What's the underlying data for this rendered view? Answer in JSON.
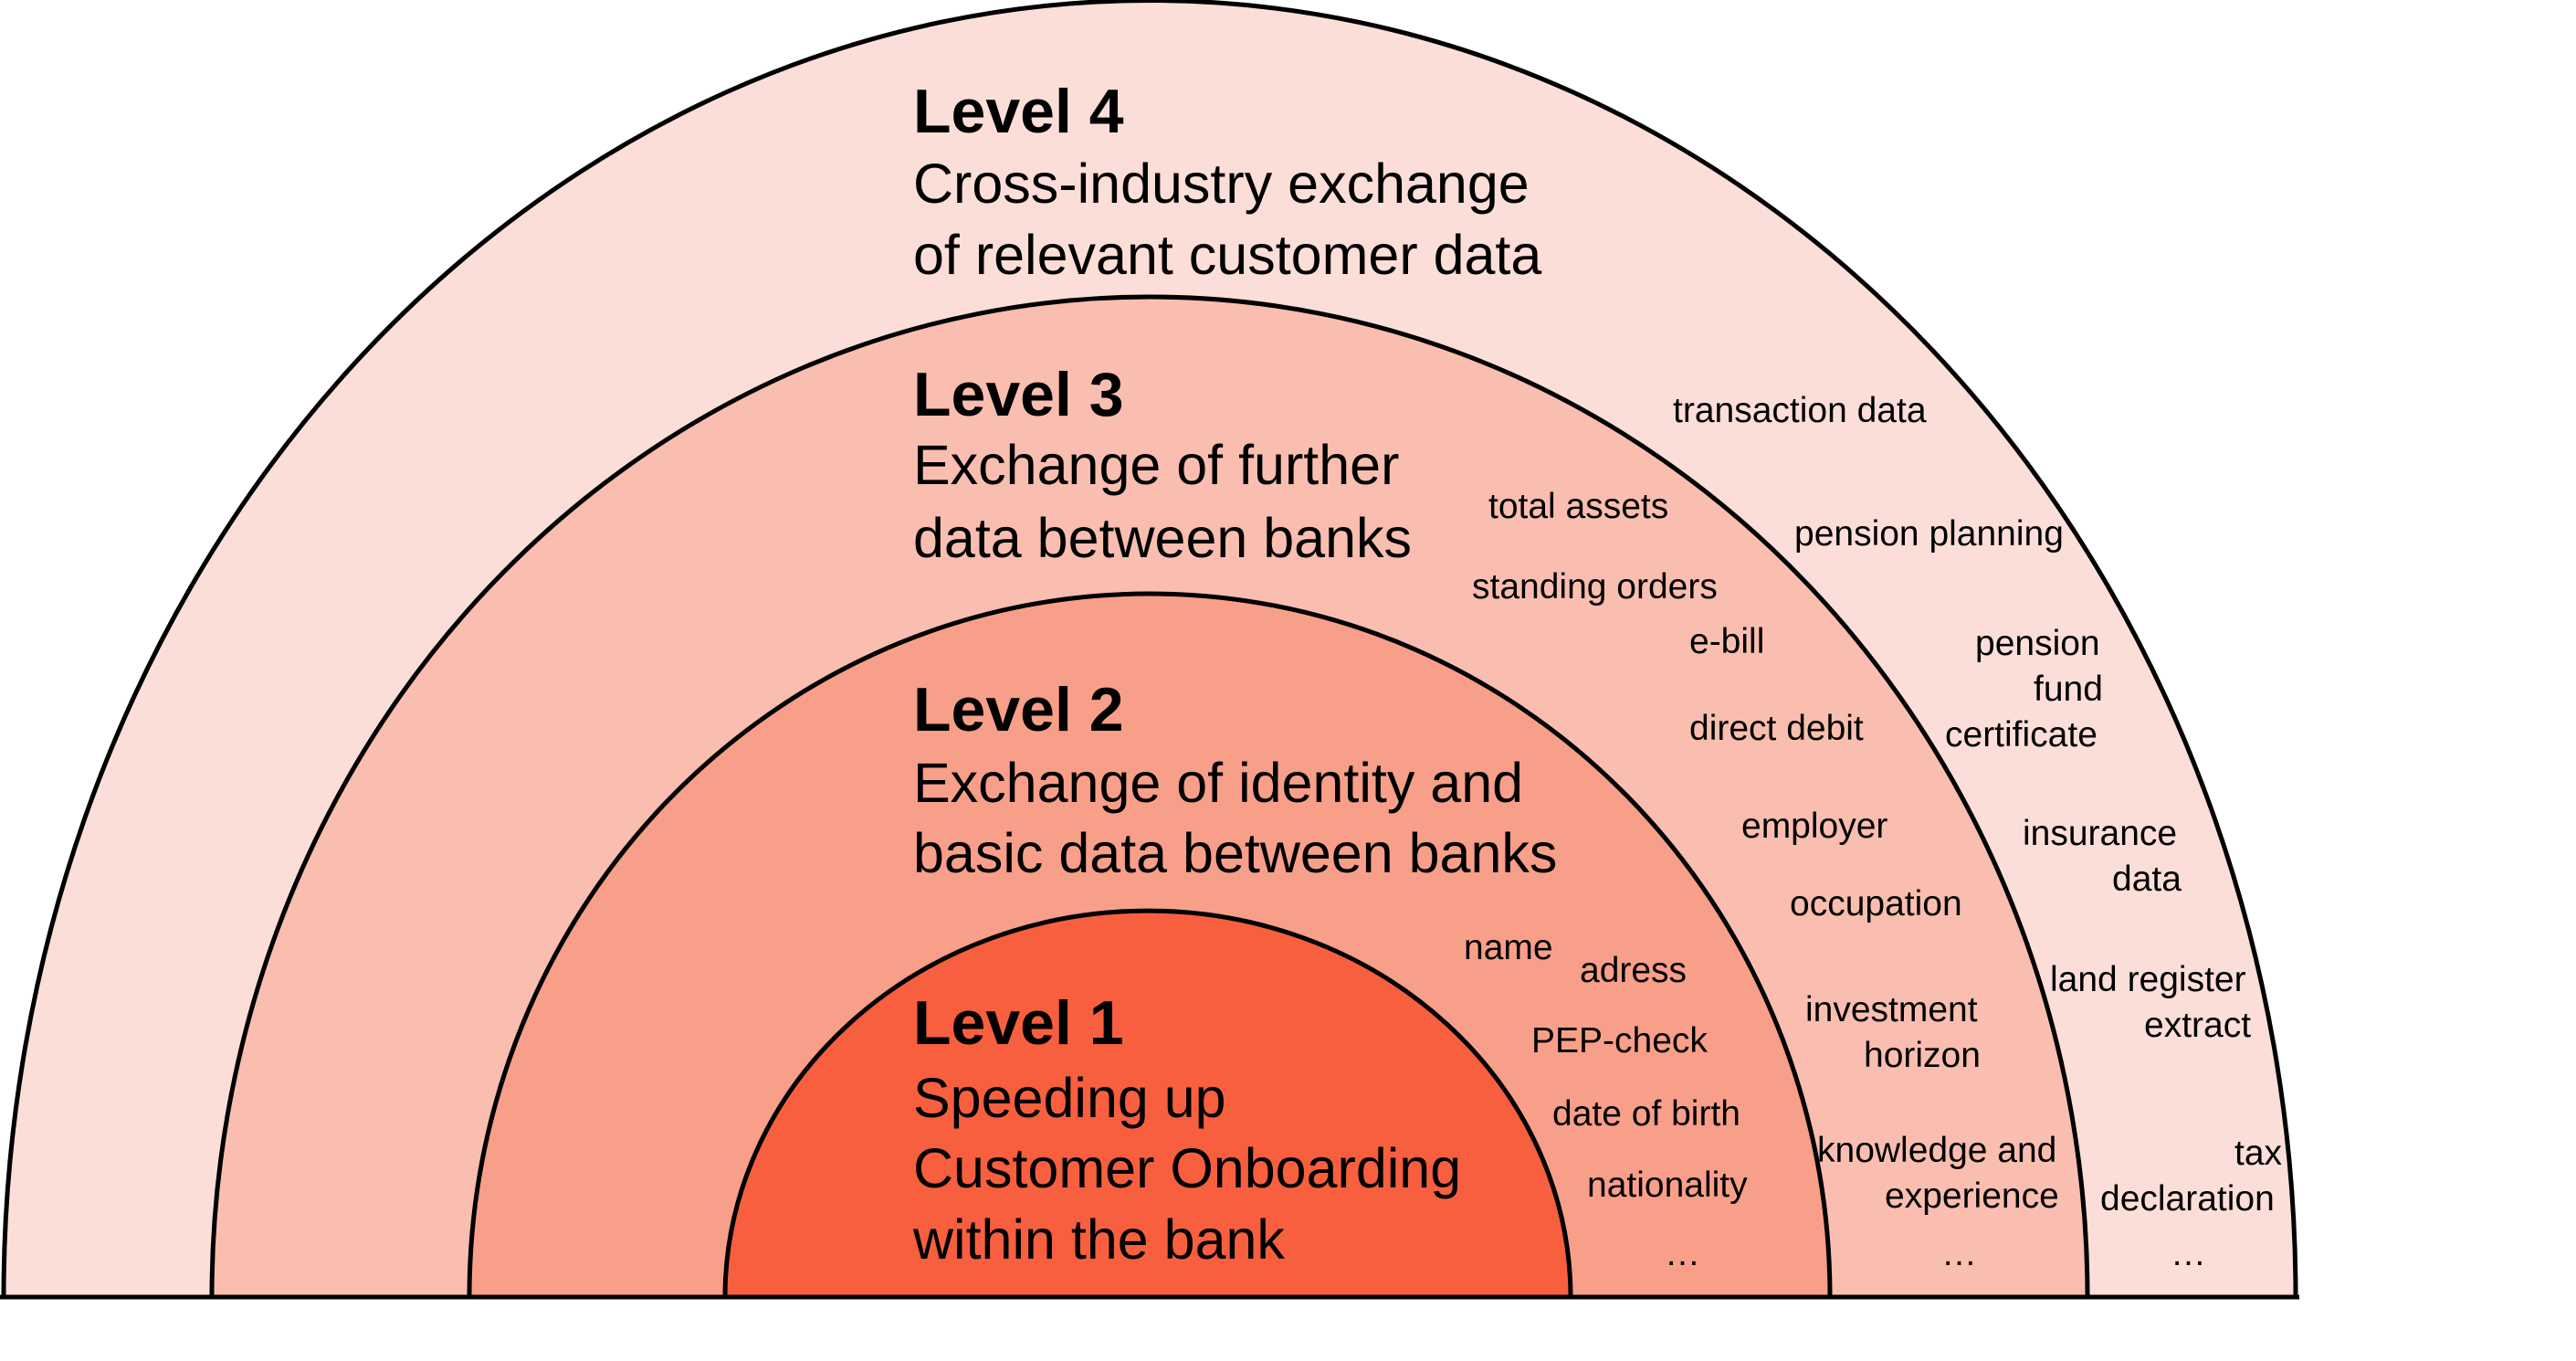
{
  "colors": {
    "level4_fill": "#FCDED8",
    "level3_fill": "#F9BEB0",
    "level2_fill": "#F89F89",
    "level1_fill": "#F75F3F",
    "outline": "#000000",
    "background": "#FFFFFF"
  },
  "levels": [
    {
      "heading": "Level 4",
      "desc_line1": "Cross-industry exchange",
      "desc_line2": "of relevant customer data",
      "items": [
        "transaction data",
        "pension planning",
        "pension",
        "fund",
        "certificate",
        "insurance",
        "data",
        "land register",
        "extract",
        "tax",
        "declaration",
        "…"
      ]
    },
    {
      "heading": "Level 3",
      "desc_line1": "Exchange of further",
      "desc_line2": "data between banks",
      "items": [
        "total assets",
        "standing orders",
        "e-bill",
        "direct debit",
        "employer",
        "occupation",
        "investment",
        "horizon",
        "knowledge and",
        "experience",
        "…"
      ]
    },
    {
      "heading": "Level 2",
      "desc_line1": "Exchange of identity and",
      "desc_line2": "basic data between banks",
      "items": [
        "name",
        "adress",
        "PEP-check",
        "date of birth",
        "nationality",
        "…"
      ]
    },
    {
      "heading": "Level 1",
      "desc_line1": "Speeding up",
      "desc_line2": "Customer Onboarding",
      "desc_line3": "within the bank"
    }
  ]
}
